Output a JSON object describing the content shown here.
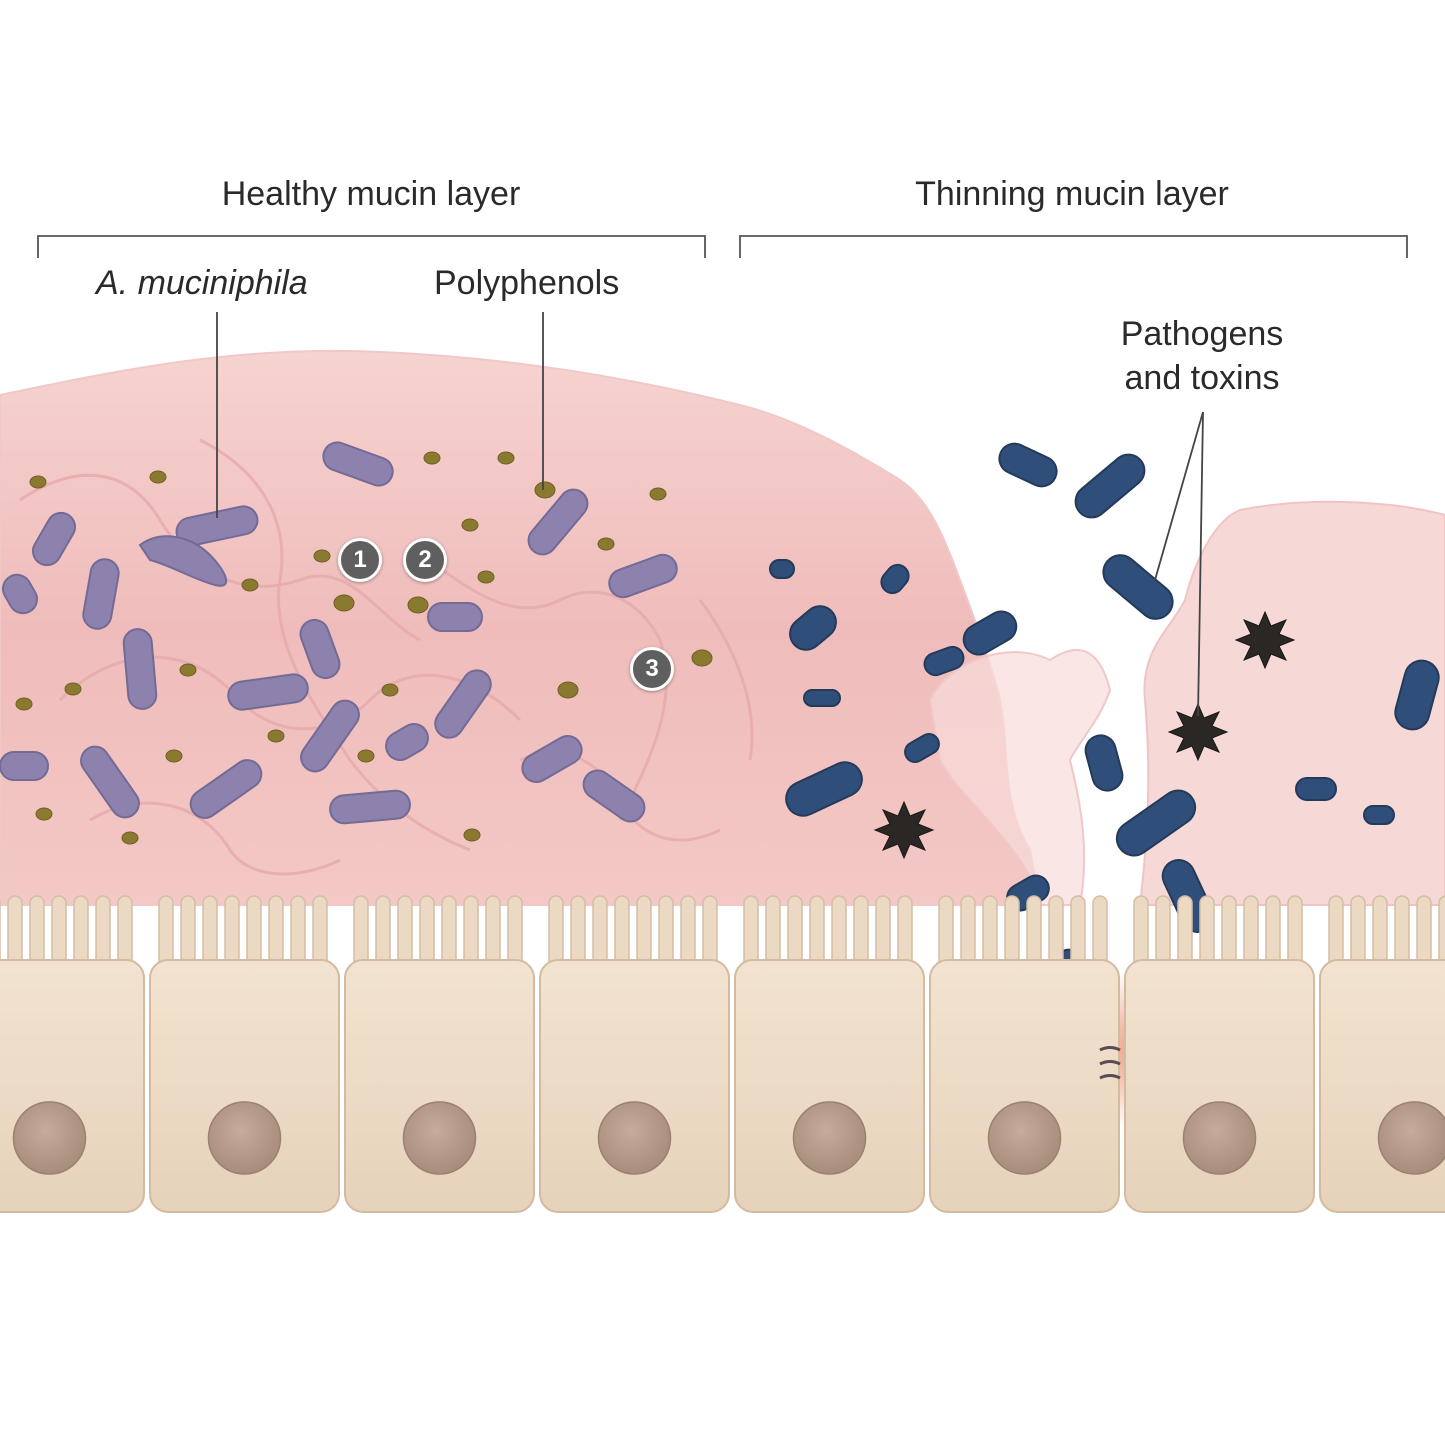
{
  "sections": {
    "healthy": "Healthy mucin layer",
    "thinning": "Thinning mucin layer"
  },
  "labels": {
    "akkermansia": "A. muciniphila",
    "polyphenols": "Polyphenols",
    "pathogens_line1": "Pathogens",
    "pathogens_line2": "and toxins"
  },
  "markers": [
    "1",
    "2",
    "3"
  ],
  "colors": {
    "mucin": "#f1c2c2",
    "commensal_bacteria": "#8c82ad",
    "polyphenol_dots": "#8a7a30",
    "pathogen_bacteria": "#2f4f7a",
    "toxin": "#2a2724",
    "epithelial_cell": "#ecd9c3",
    "nucleus": "#b59a8a",
    "inflammation": "#e8704a"
  }
}
